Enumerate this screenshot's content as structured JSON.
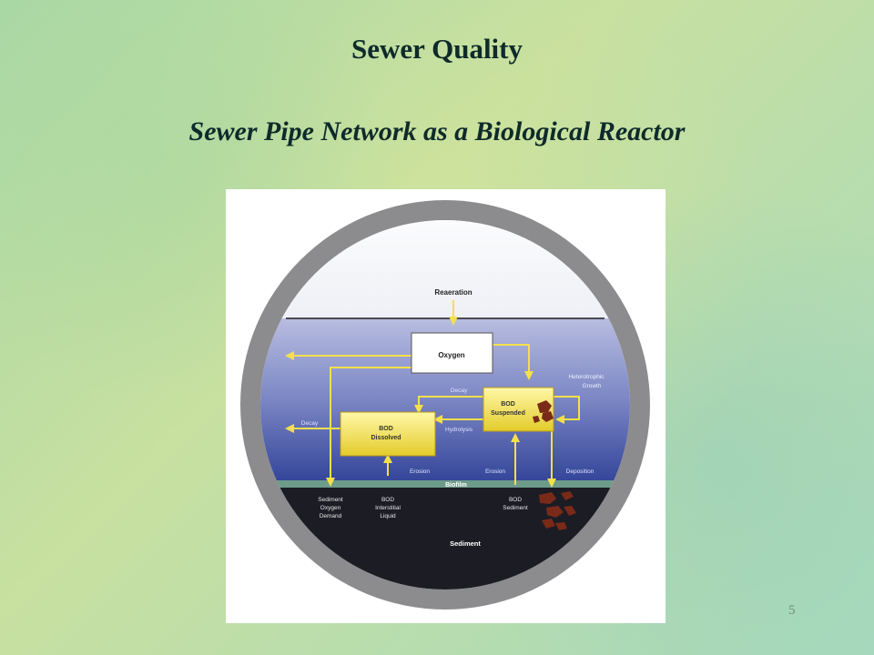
{
  "slide": {
    "title": "Sewer Quality",
    "subtitle": "Sewer Pipe Network as a Biological Reactor",
    "page_number": "5"
  },
  "diagram": {
    "reaeration": "Reaeration",
    "oxygen": "Oxygen",
    "heterotrophic_growth_1": "Heterotrophic",
    "heterotrophic_growth_2": "Growth",
    "decay_top": "Decay",
    "decay_left": "Decay",
    "bod_suspended_1": "BOD",
    "bod_suspended_2": "Suspended",
    "bod_dissolved_1": "BOD",
    "bod_dissolved_2": "Dissolved",
    "hydrolysis": "Hydrolysis",
    "erosion_left": "Erosion",
    "erosion_right": "Erosion",
    "deposition": "Deposition",
    "biofilm": "Biofilm",
    "sediment_oxygen_demand_1": "Sediment",
    "sediment_oxygen_demand_2": "Oxygen",
    "sediment_oxygen_demand_3": "Demand",
    "bod_interstitial_1": "BOD",
    "bod_interstitial_2": "Interstitial",
    "bod_interstitial_3": "Liquid",
    "bod_sediment_1": "BOD",
    "bod_sediment_2": "Sediment",
    "sediment": "Sediment",
    "colors": {
      "pipe_wall": "#8c8c8e",
      "water_top": "#b3b9dc",
      "water_bottom": "#3a4a9a",
      "sediment": "#1c1c24",
      "biofilm": "#6d9b8a",
      "bod_box": "#f3e35a",
      "arrow": "#f4e04a",
      "particles": "#7a2a18"
    }
  }
}
